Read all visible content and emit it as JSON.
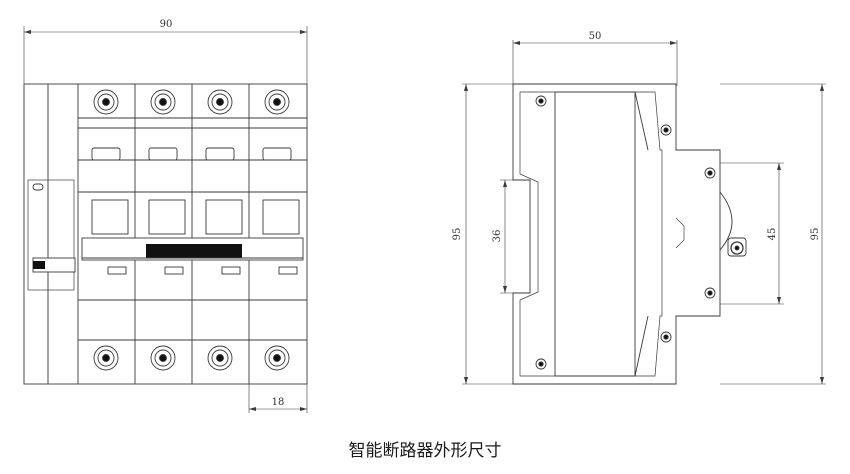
{
  "front_view": {
    "width_label": "90",
    "module_width_label": "18",
    "poles": 4
  },
  "side_view": {
    "depth_label": "50",
    "height_label_left": "95",
    "height_label_right": "95",
    "rail_label": "36",
    "cover_label": "45"
  },
  "caption": "智能断路器外形尺寸",
  "colors": {
    "line": "#3a3a3a",
    "dark": "#111111",
    "paper": "#ffffff"
  }
}
